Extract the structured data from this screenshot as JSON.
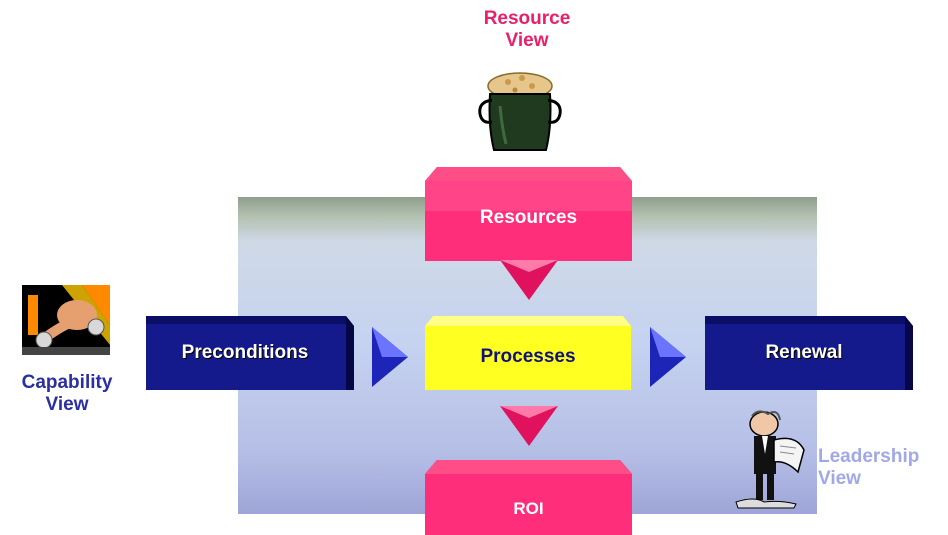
{
  "views": {
    "resource": {
      "line1": "Resource",
      "line2": "View",
      "color": "#e8206a"
    },
    "capability": {
      "line1": "Capability",
      "line2": "View",
      "color": "#2b2fa0"
    },
    "leadership": {
      "line1": "Leadership",
      "line2": "View",
      "color": "#a0a8e8"
    }
  },
  "blocks": {
    "resources": "Resources",
    "preconditions": "Preconditions",
    "processes": "Processes",
    "renewal": "Renewal",
    "roi": "ROI"
  },
  "colors": {
    "pink": "#ff2e7a",
    "navy": "#10147a",
    "yellow": "#ffff22",
    "arrow_blue": "#1d24b8"
  },
  "icons": [
    "pot-of-grain-icon",
    "muscle-arm-icon",
    "businessman-reading-icon"
  ]
}
